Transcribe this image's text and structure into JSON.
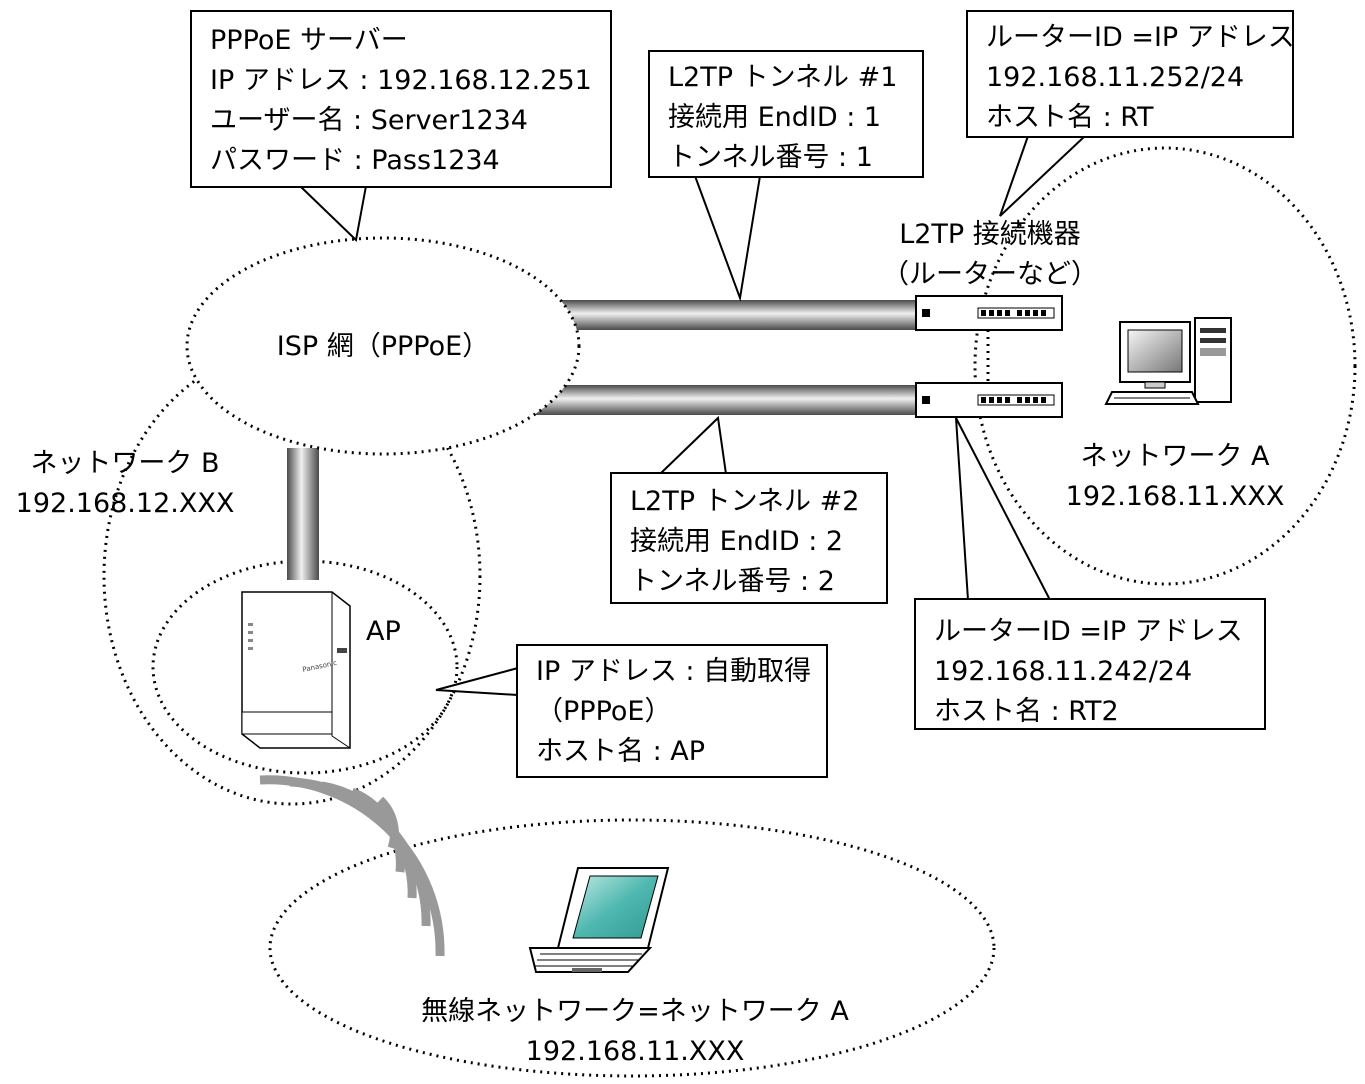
{
  "pppoe_server": {
    "line1": "PPPoE サーバー",
    "line2": "IP アドレス : 192.168.12.251",
    "line3": "ユーザー名 : Server1234",
    "line4": "パスワード : Pass1234"
  },
  "tunnel1": {
    "line1": "L2TP トンネル #1",
    "line2": "接続用 EndID : 1",
    "line3": "トンネル番号 : 1"
  },
  "router_rt": {
    "line1": "ルーターID =IP アドレス",
    "line2": "192.168.11.252/24",
    "line3": "ホスト名 : RT"
  },
  "l2tp_device": {
    "line1": "L2TP 接続機器",
    "line2": "（ルーターなど）"
  },
  "isp_net": {
    "label": "ISP 網（PPPoE）"
  },
  "network_b": {
    "name": "ネットワーク B",
    "address": "192.168.12.XXX"
  },
  "network_a": {
    "name": "ネットワーク A",
    "address": "192.168.11.XXX"
  },
  "tunnel2": {
    "line1": "L2TP トンネル #2",
    "line2": "接続用 EndID : 2",
    "line3": "トンネル番号 : 2"
  },
  "router_rt2": {
    "line1": "ルーターID =IP アドレス",
    "line2": "192.168.11.242/24",
    "line3": "ホスト名 : RT2"
  },
  "ap": {
    "label": "AP",
    "brand": "Panasonic"
  },
  "ap_info": {
    "line1": "IP アドレス : 自動取得",
    "line2": "（PPPoE）",
    "line3": "ホスト名 : AP"
  },
  "wireless_net": {
    "name": "無線ネットワーク=ネットワーク A",
    "address": "192.168.11.XXX"
  },
  "colors": {
    "pipe_dark": "#555555",
    "pipe_light": "#e6e6e6",
    "screen": "#4fb8b0"
  }
}
